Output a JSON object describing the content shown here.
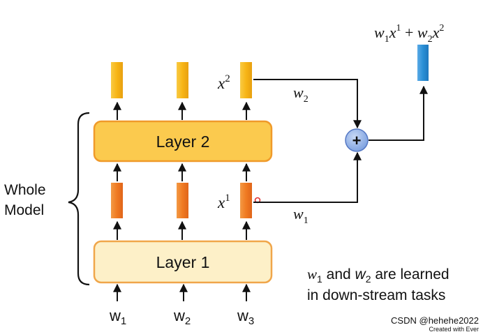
{
  "diagram": {
    "layer1_label": "Layer 1",
    "layer2_label": "Layer 2",
    "brace_label_line1": "Whole",
    "brace_label_line2": "Model",
    "inputs": [
      {
        "base": "w",
        "sub": "1"
      },
      {
        "base": "w",
        "sub": "2"
      },
      {
        "base": "w",
        "sub": "3"
      }
    ],
    "x1_label": {
      "base": "x",
      "sup": "1"
    },
    "x2_label": {
      "base": "x",
      "sup": "2"
    },
    "w1_label": {
      "base": "w",
      "sub": "1"
    },
    "w2_label": {
      "base": "w",
      "sub": "2"
    },
    "sum_symbol": "+",
    "output_formula": {
      "w1": "w",
      "w1_sub": "1",
      "x1": "x",
      "x1_sup": "1",
      "plus": " + ",
      "w2": "w",
      "w2_sub": "2",
      "x2": "x",
      "x2_sup": "2"
    },
    "note": {
      "w1": "w",
      "w1_sub": "1",
      "and_text": " and ",
      "w2": "w",
      "w2_sub": "2",
      "line1_rest": " are learned",
      "line2": "in down-stream tasks"
    },
    "watermark": "CSDN @hehehe2022",
    "footer_partial": "Created with Ever"
  },
  "colors": {
    "layer1_fill": "#fdf0c8",
    "layer1_stroke": "#f0a64a",
    "layer2_fill": "#fbca4e",
    "layer2_stroke": "#f09a2a",
    "orange_vector": "#f07a22",
    "yellow_vector": "#f7b515",
    "blue_vector": "#2a8fd6",
    "plus_circle": "#8aaee6"
  }
}
